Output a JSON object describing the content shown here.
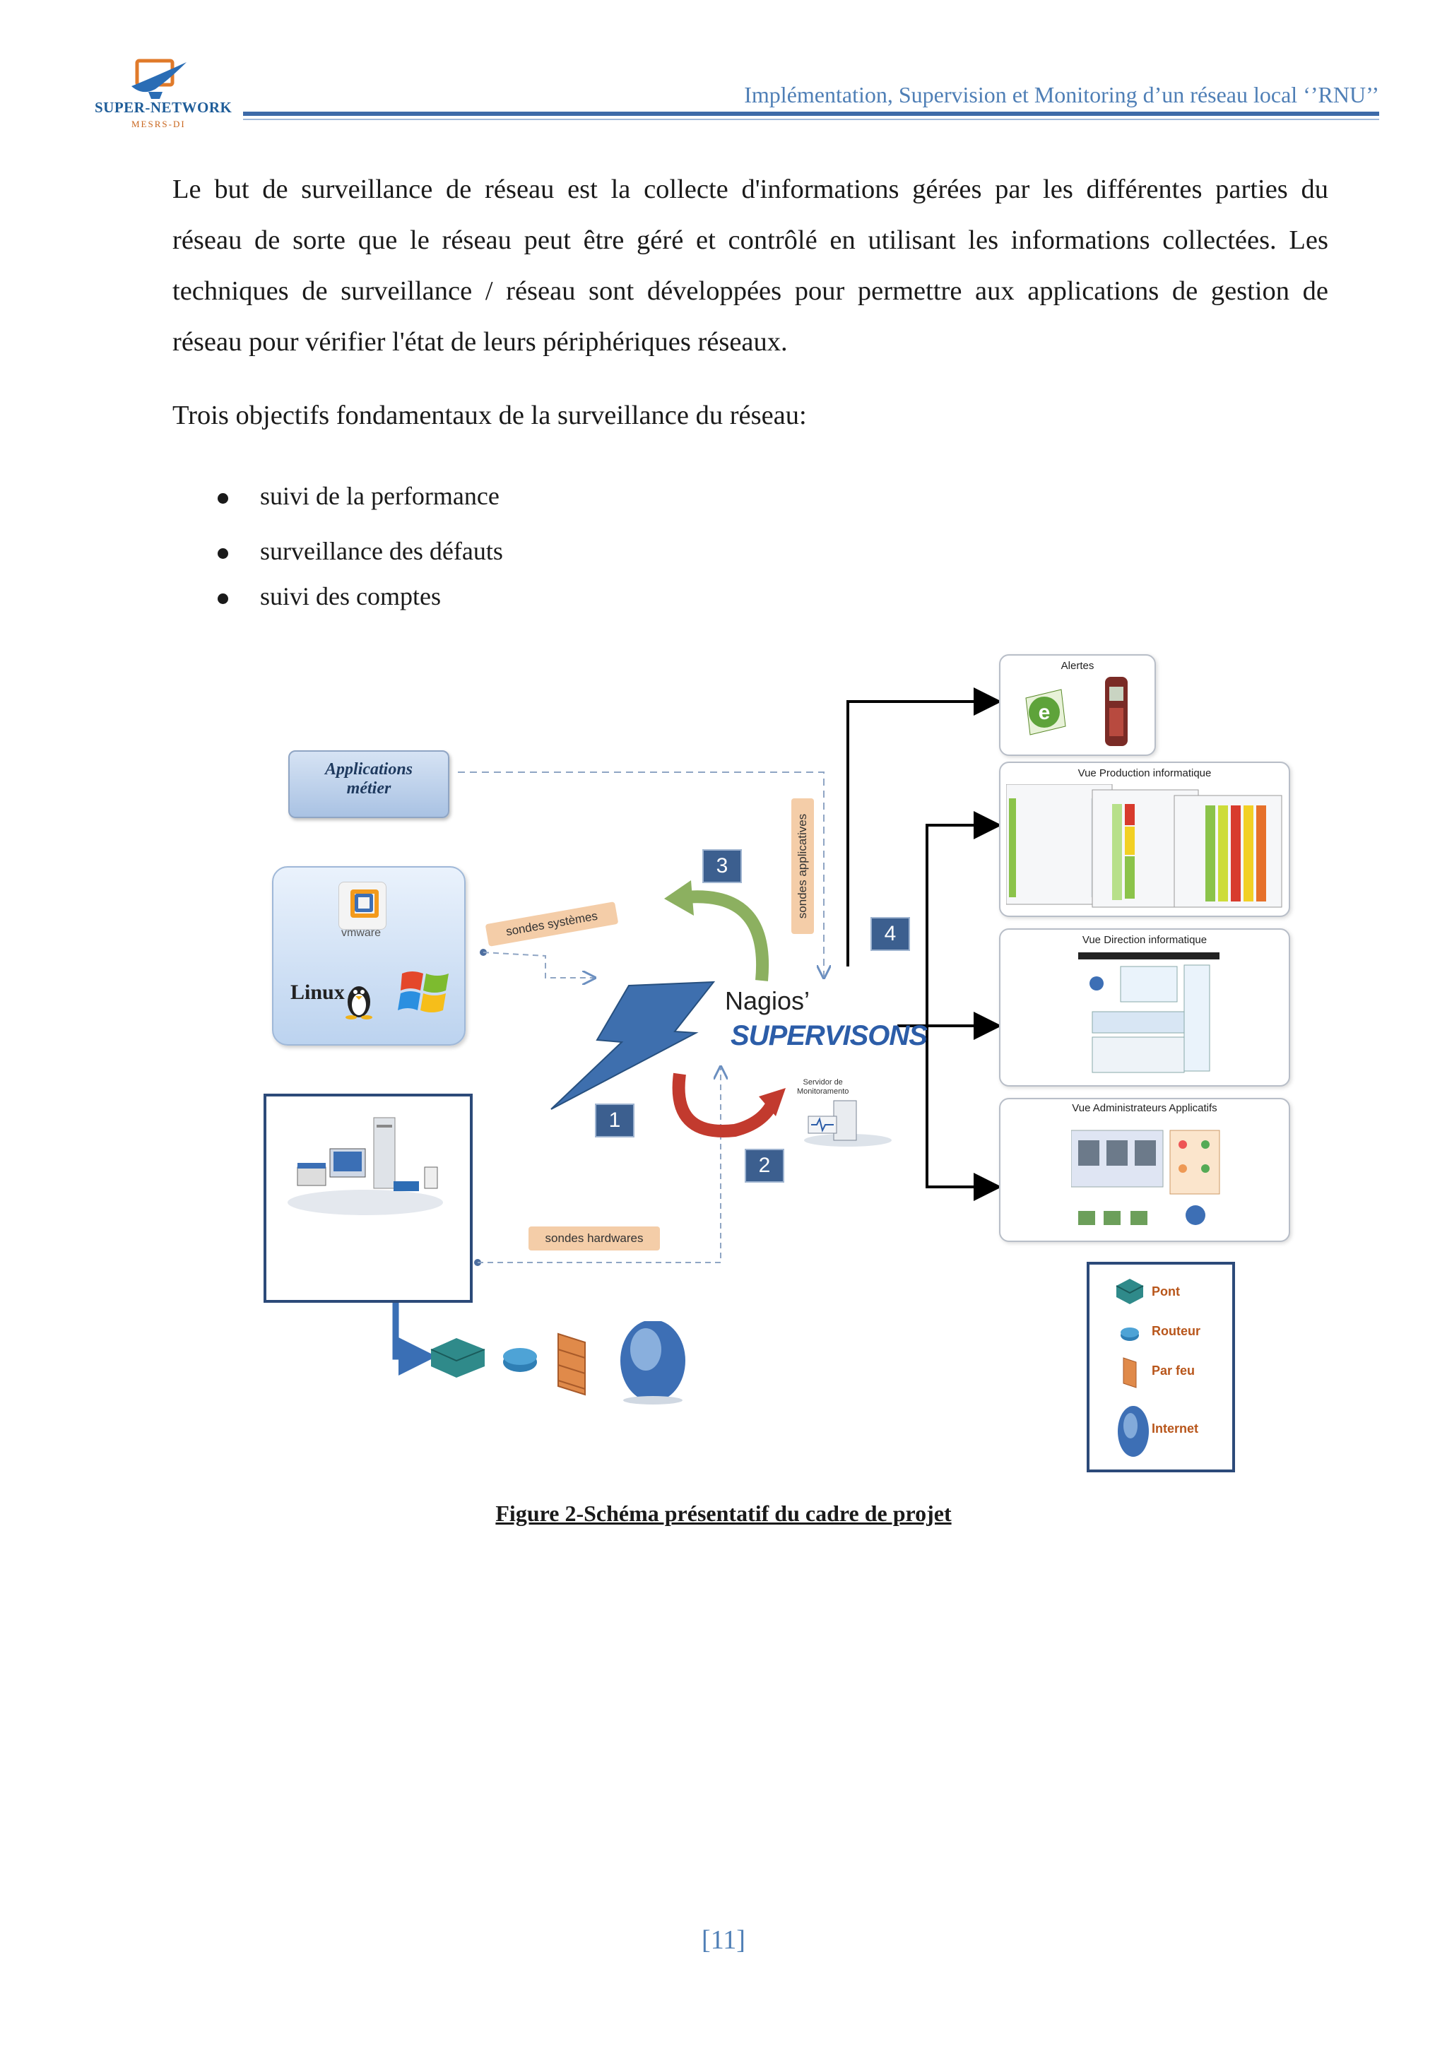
{
  "header": {
    "logo_name": "SUPER-NETWORK",
    "logo_sub": "MESRS-DI",
    "title": "Implémentation, Supervision et Monitoring d’un réseau local ‘’RNU’’"
  },
  "body": {
    "paragraph_lines": [
      "Le but de surveillance de réseau est la collecte d'informations gérées par les différentes parties du",
      "réseau de sorte que le réseau peut être géré et contrôlé en utilisant les informations collectées. Les",
      "techniques de surveillance / réseau sont développées pour permettre aux applications de gestion de",
      "réseau pour vérifier l'état de leurs périphériques réseaux."
    ],
    "objectives_intro": "Trois objectifs fondamentaux de la surveillance du réseau:",
    "bullets": [
      "suivi de la performance",
      "surveillance des défauts",
      "suivi des comptes"
    ]
  },
  "diagram": {
    "applications_metier": [
      "Applications",
      "métier"
    ],
    "vmware": "vmware",
    "linux": "Linux",
    "sondes_systemes": "sondes systèmes",
    "sondes_applicatives": "sondes applicatives",
    "sondes_hardwares": "sondes hardwares",
    "nagios": "Nagios’",
    "supervisons": "SUPERVISONS",
    "servidor": [
      "Servidor de",
      "Monitoramento"
    ],
    "numbers": [
      "1",
      "2",
      "3",
      "4"
    ],
    "panels": {
      "alertes": "Alertes",
      "production": "Vue Production informatique",
      "direction": "Vue Direction informatique",
      "admins": "Vue Administrateurs Applicatifs"
    },
    "legend": [
      "Pont",
      "Routeur",
      "Par feu",
      "Internet"
    ]
  },
  "figure_caption": "Figure 2-Schéma présentatif du cadre de projet",
  "page_number": "[11]",
  "colors": {
    "header_blue": "#4f7fb6",
    "rule_blue": "#3d6aa8",
    "number_box": "#3c5f8f",
    "sonde_label": "#f4cda8",
    "legend_text": "#b8561b"
  }
}
